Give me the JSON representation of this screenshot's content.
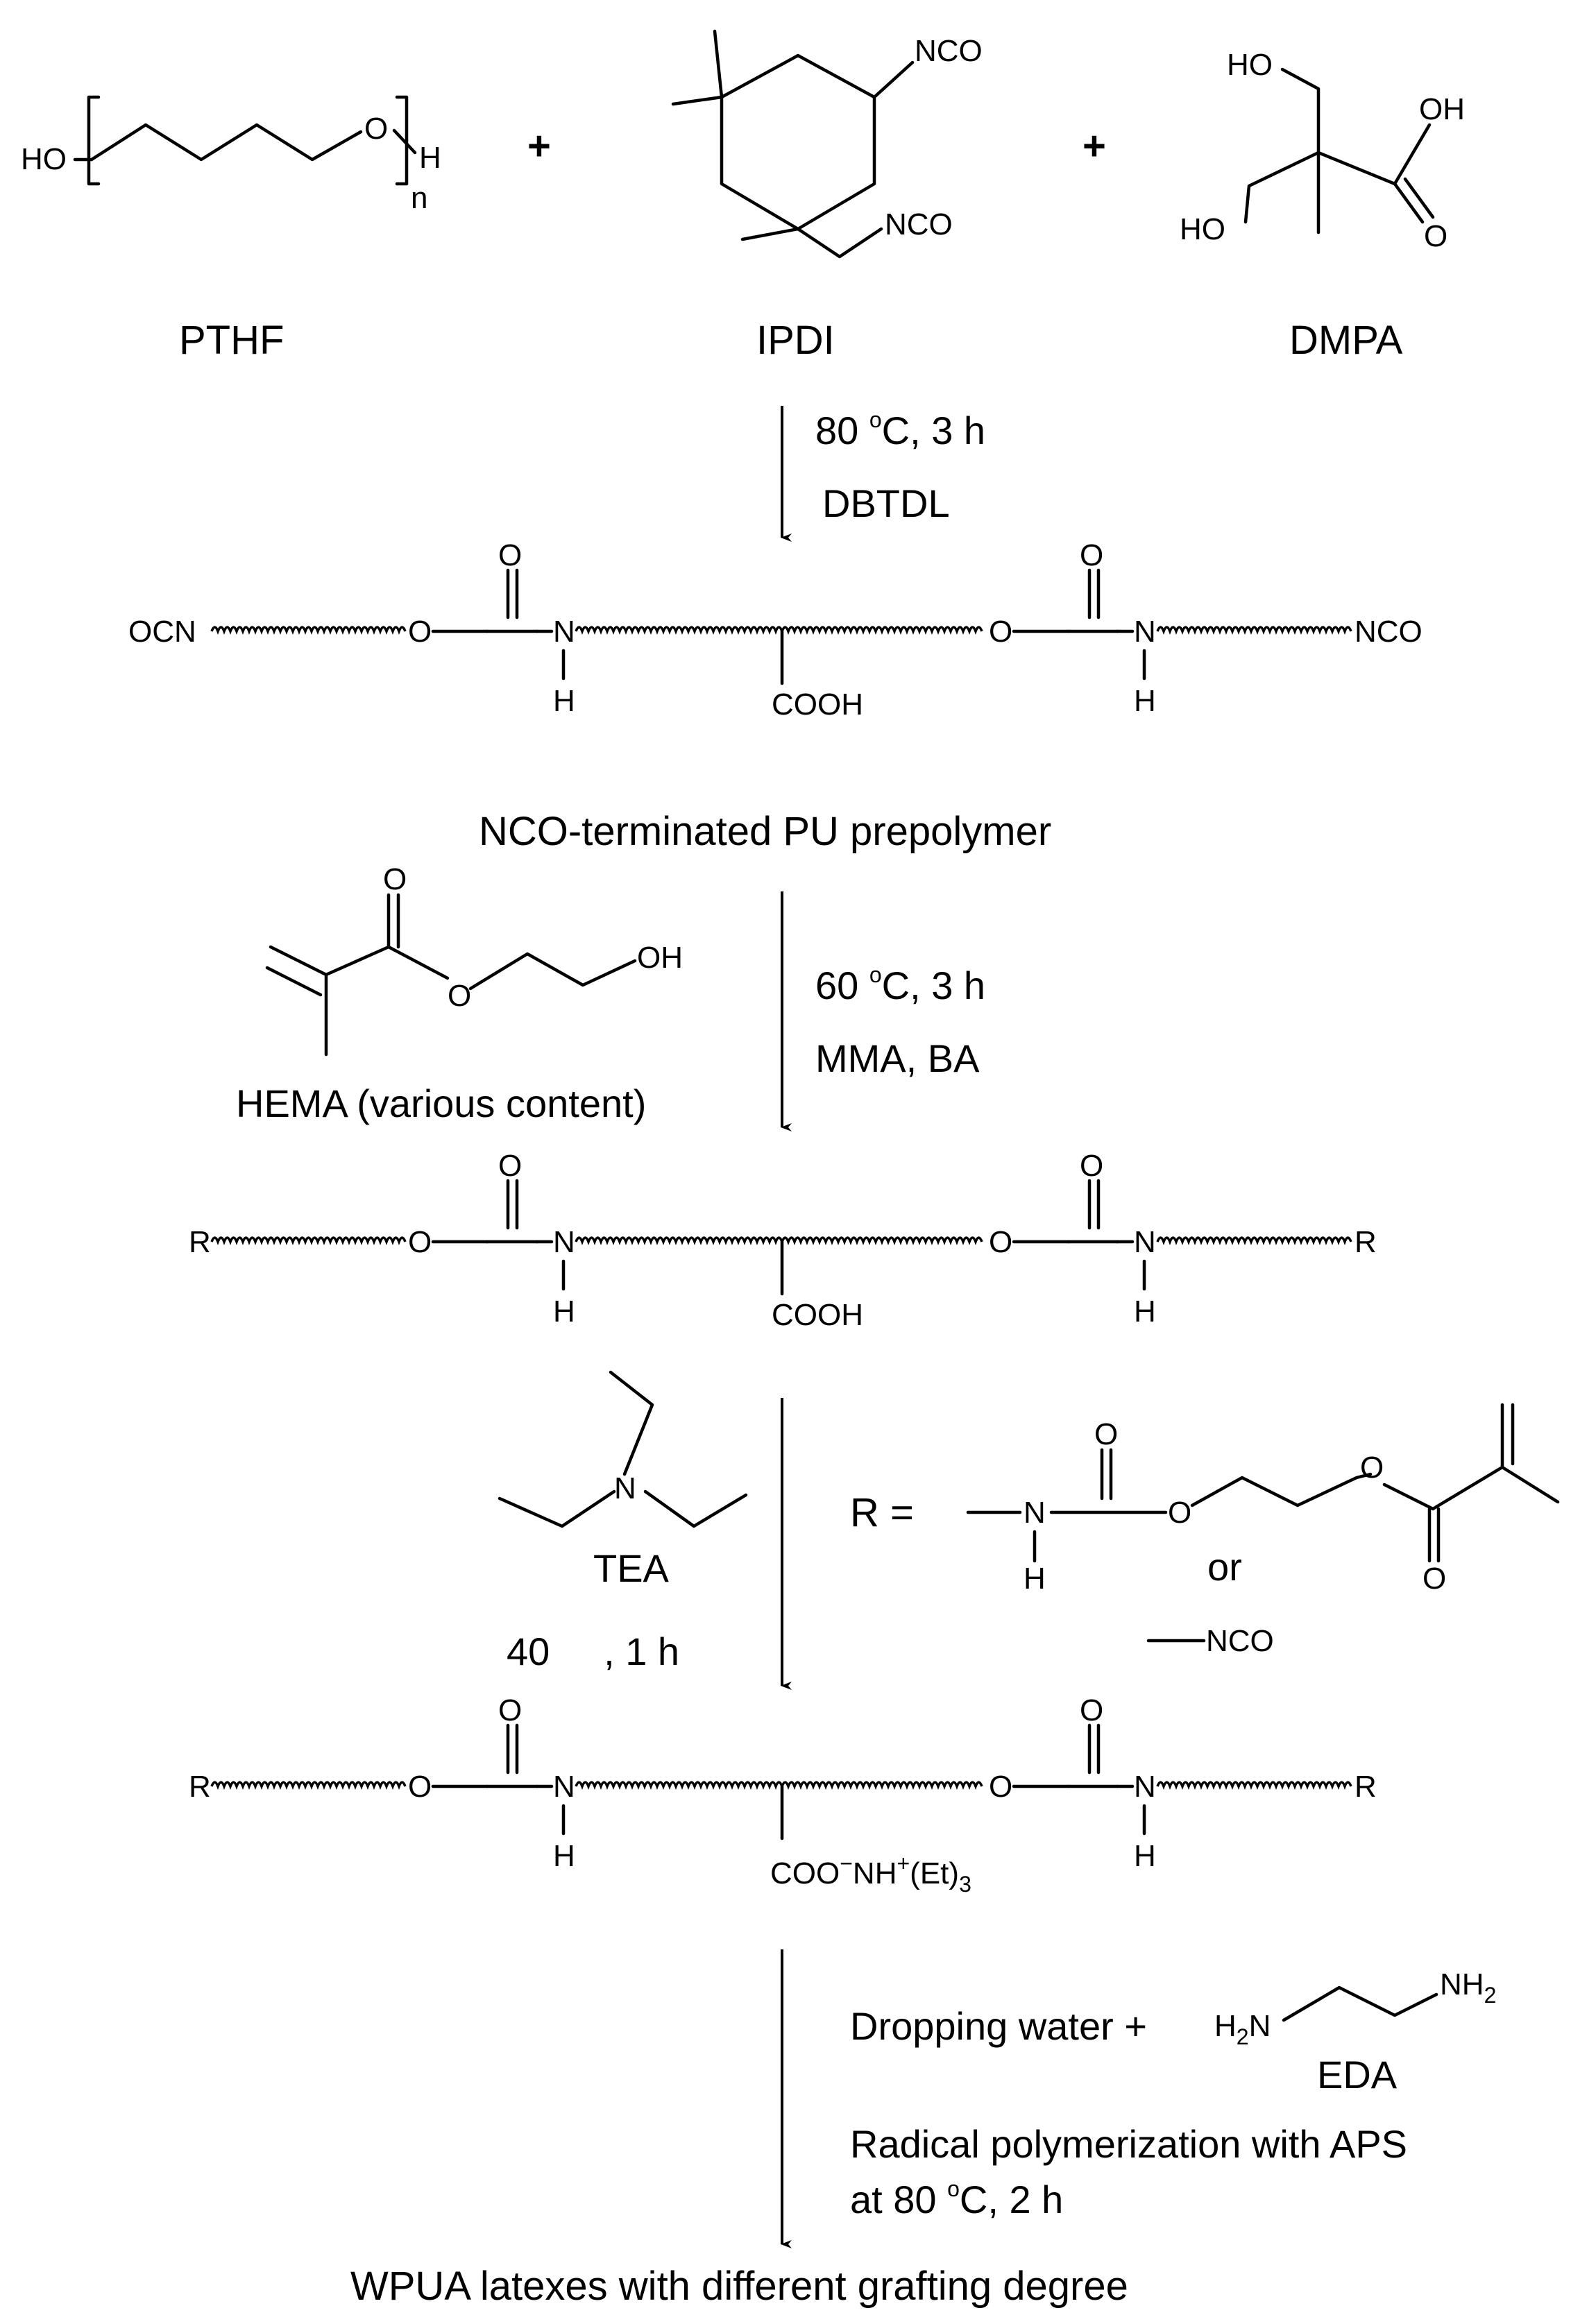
{
  "reactants": {
    "pthf": {
      "name": "PTHF",
      "atom_ho": "HO",
      "atom_o": "O",
      "atom_h": "H",
      "subscript_n": "n"
    },
    "ipdi": {
      "name": "IPDI",
      "nco_top": "NCO",
      "nco_bottom": "NCO"
    },
    "dmpa": {
      "name": "DMPA",
      "ho_top": "HO",
      "oh": "OH",
      "ho_bottom": "HO",
      "o": "O"
    },
    "plus": "+"
  },
  "step1": {
    "line1_pre": "80 ",
    "degree": "o",
    "line1_post": "C, 3 h",
    "line2": "DBTDL"
  },
  "prepolymer": {
    "left_end": "OCN",
    "right_end": "NCO",
    "o_atom": "O",
    "n_atom": "N",
    "h_atom": "H",
    "carbonyl_o": "O",
    "side_group": "COOH",
    "caption": "NCO-terminated PU prepolymer"
  },
  "step2": {
    "reagent": "HEMA (various content)",
    "oh": "OH",
    "o": "O",
    "line1_pre": "60 ",
    "degree": "o",
    "line1_post": "C, 3 h",
    "line2": "MMA, BA"
  },
  "intermediate": {
    "left_end": "R",
    "right_end": "R",
    "side_group": "COOH"
  },
  "step3": {
    "reagent": "TEA",
    "n_atom": "N",
    "condition": "40     , 1 h",
    "r_label": "R =",
    "r_n": "N",
    "r_h": "H",
    "r_o": "O",
    "r_or": "or",
    "r_nco": "NCO"
  },
  "salt": {
    "left_end": "R",
    "right_end": "R",
    "side_coo": "COO",
    "side_minus": "−",
    "side_nh": "NH",
    "side_plus": "+",
    "side_et": "(Et)",
    "side_sub3": "3"
  },
  "step4": {
    "line1": "Dropping water +",
    "eda_h2n": "H",
    "eda_h2n_sub": "2",
    "eda_h2n_n": "N",
    "eda_nh2": "NH",
    "eda_nh2_sub": "2",
    "eda_label": "EDA",
    "line2": "Radical polymerization with APS",
    "line3_pre": "at 80 ",
    "degree": "o",
    "line3_post": "C, 2 h"
  },
  "product": {
    "caption": "WPUA latexes with different grafting degree"
  }
}
